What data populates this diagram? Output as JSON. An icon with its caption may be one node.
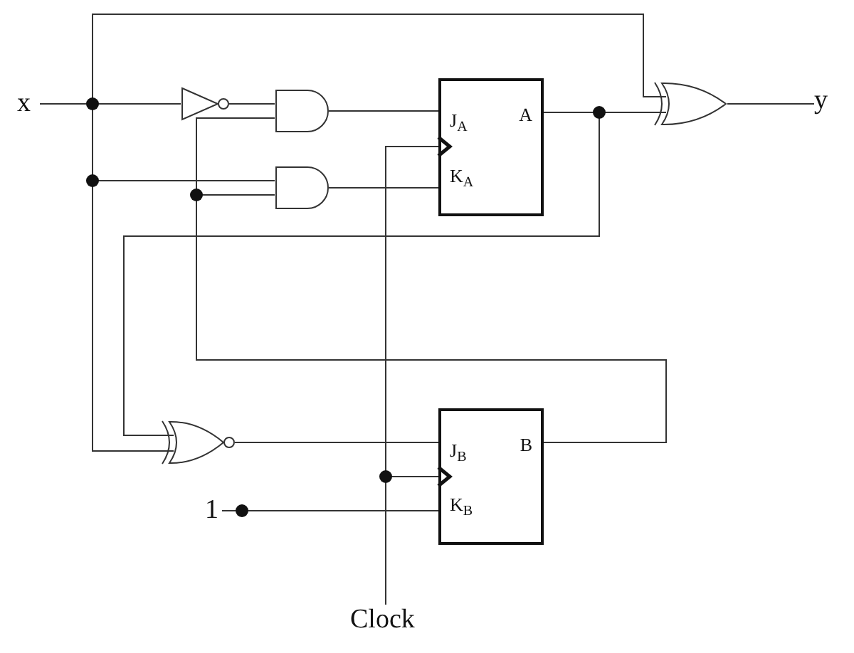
{
  "diagram": {
    "nodes": [
      {
        "text": [
          "x"
        ]
      },
      {
        "text": [],
        "shape": "not"
      },
      {
        "text": [],
        "shape": "and"
      },
      {
        "text": [],
        "shape": "and"
      },
      {
        "text": [
          "J$_{A}$",
          "A",
          "K$_{A}$"
        ]
      },
      {
        "text": [],
        "shape": "xor"
      },
      {
        "text": [
          "y"
        ]
      },
      {
        "text": [],
        "shape": "xnor"
      },
      {
        "text": [
          "J$_{B}$",
          "B",
          "K$_{B}$"
        ]
      },
      {
        "text": [
          "1"
        ]
      },
      {
        "text": [
          "Clock"
        ]
      }
    ],
    "edges": [
      {
        "from": 0,
        "to": 1,
        "arrow": "none"
      },
      {
        "from": 0,
        "to": 3,
        "arrow": "none"
      },
      {
        "from": 0,
        "to": 7,
        "arrow": "none"
      },
      {
        "from": 0,
        "to": 5,
        "arrow": "none"
      },
      {
        "from": 1,
        "to": 2,
        "arrow": "none"
      },
      {
        "from": 2,
        "to": 4,
        "arrow": "none"
      },
      {
        "from": 3,
        "to": 4,
        "arrow": "none"
      },
      {
        "from": 4,
        "to": 5,
        "arrow": "none"
      },
      {
        "from": 4,
        "to": 7,
        "arrow": "none"
      },
      {
        "from": 8,
        "to": 2,
        "arrow": "none"
      },
      {
        "from": 8,
        "to": 3,
        "arrow": "none"
      },
      {
        "from": 7,
        "to": 8,
        "arrow": "none"
      },
      {
        "from": 10,
        "to": 4,
        "arrow": "to"
      },
      {
        "from": 10,
        "to": 8,
        "arrow": "to"
      },
      {
        "from": 9,
        "to": 8,
        "arrow": "none"
      },
      {
        "from": 5,
        "to": 6,
        "arrow": "none"
      }
    ]
  }
}
